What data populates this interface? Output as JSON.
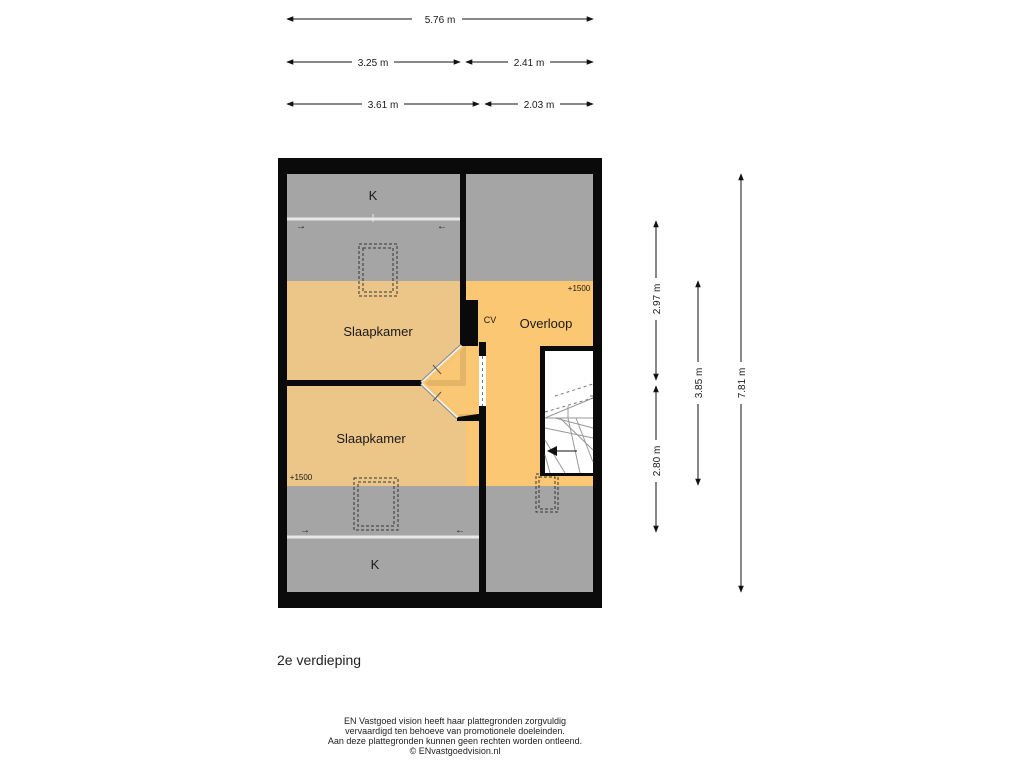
{
  "dimensions": {
    "total_width": "5.76 m",
    "row2_left": "3.25 m",
    "row2_right": "2.41 m",
    "row3_left": "3.61 m",
    "row3_right": "2.03 m",
    "v_upper": "2.97 m",
    "v_lower": "2.80 m",
    "v_mid": "3.85 m",
    "v_total": "7.81 m"
  },
  "rooms": {
    "attic_top": "K",
    "attic_bottom": "K",
    "bedroom_top": "Slaapkamer",
    "bedroom_bottom": "Slaapkamer",
    "landing": "Overloop",
    "cv": "CV",
    "height_top": "+1500",
    "height_bottom": "+1500"
  },
  "floor_title": "2e verdieping",
  "disclaimer": [
    "EN Vastgoed vision heeft haar plattegronden zorgvuldig",
    "vervaardigd ten behoeve van promotionele doeleinden.",
    "Aan deze plattegronden kunnen geen rechten worden ontleend.",
    "© ENvastgoedvision.nl"
  ],
  "colors": {
    "wall": "#0a0a0a",
    "attic": "#a5a5a5",
    "bedroom": "#ecc689",
    "landing": "#fcc772"
  }
}
